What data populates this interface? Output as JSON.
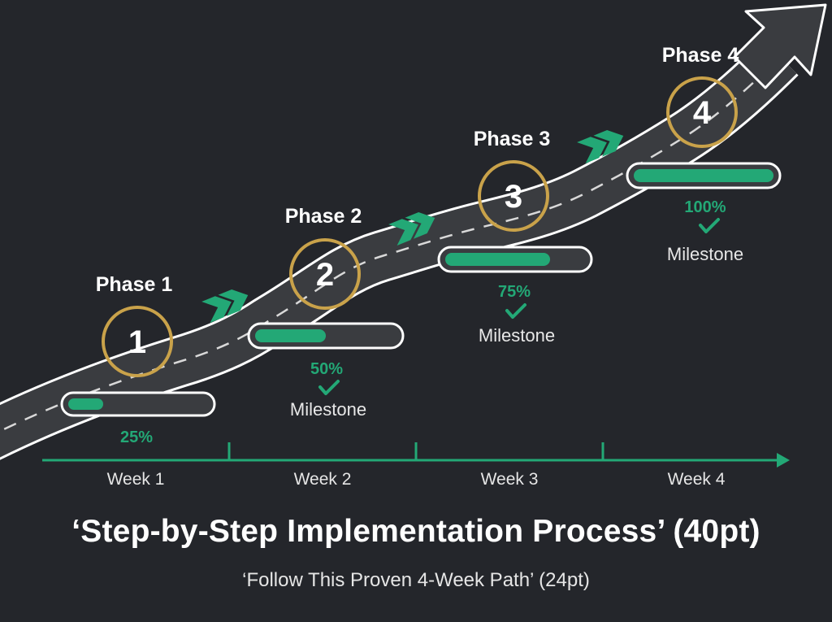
{
  "colors": {
    "background": "#24262b",
    "road": "#3a3c40",
    "road_edge": "#ffffff",
    "accent_green": "#23a876",
    "gold": "#c9a24a",
    "text": "#ffffff"
  },
  "phases": [
    {
      "label": "Phase 1",
      "number": "1",
      "progress_label": "25%",
      "progress": 0.25,
      "milestone": ""
    },
    {
      "label": "Phase 2",
      "number": "2",
      "progress_label": "50%",
      "progress": 0.5,
      "milestone": "Milestone"
    },
    {
      "label": "Phase 3",
      "number": "3",
      "progress_label": "75%",
      "progress": 0.75,
      "milestone": "Milestone"
    },
    {
      "label": "Phase 4",
      "number": "4",
      "progress_label": "100%",
      "progress": 1.0,
      "milestone": "Milestone"
    }
  ],
  "timeline": {
    "weeks": [
      "Week 1",
      "Week 2",
      "Week 3",
      "Week 4"
    ]
  },
  "footer": {
    "title": "‘Step-by-Step Implementation Process’ (40pt)",
    "subtitle": "‘Follow This Proven 4-Week Path’ (24pt)"
  },
  "icons": [
    "chevron-right-icon",
    "check-icon",
    "arrow-up-right-icon"
  ]
}
